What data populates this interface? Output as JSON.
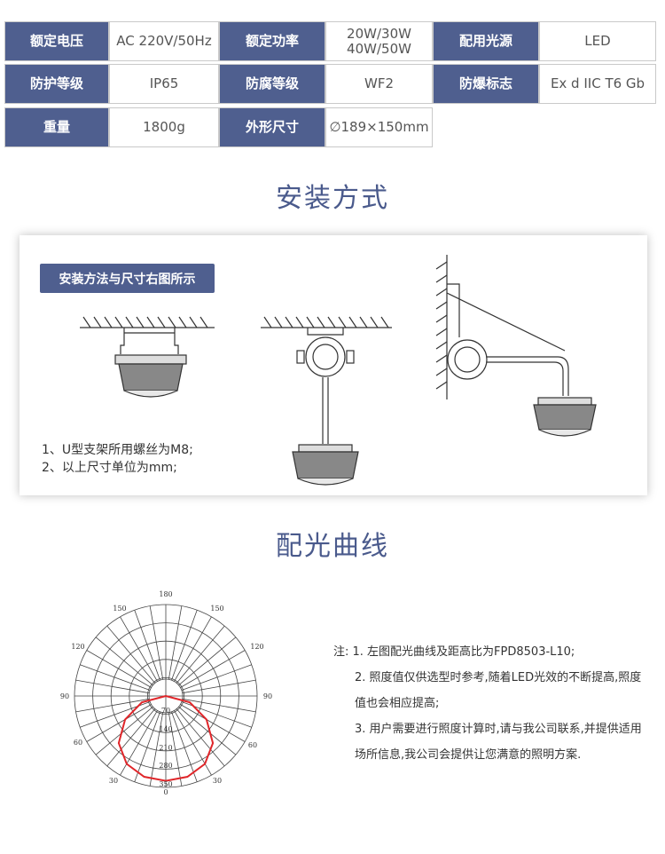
{
  "specs": [
    [
      {
        "label": "额定电压",
        "value": "AC 220V/50Hz"
      },
      {
        "label": "额定功率",
        "value": "20W/30W\n40W/50W"
      },
      {
        "label": "配用光源",
        "value": "LED"
      }
    ],
    [
      {
        "label": "防护等级",
        "value": "IP65"
      },
      {
        "label": "防腐等级",
        "value": "WF2"
      },
      {
        "label": "防爆标志",
        "value": "Ex d IIC T6 Gb"
      }
    ],
    [
      {
        "label": "重量",
        "value": "1800g"
      },
      {
        "label": "外形尺寸",
        "value": "∅189×150mm"
      }
    ]
  ],
  "install": {
    "title": "安装方式",
    "badge": "安装方法与尺寸右图所示",
    "notes": [
      "1、U型支架所用螺丝为M8;",
      "2、以上尺寸单位为mm;"
    ]
  },
  "light": {
    "title": "配光曲线",
    "angle_labels": {
      "top": "180",
      "tl": "150",
      "tr": "150",
      "ml": "120",
      "mr": "120",
      "l": "90",
      "r": "90",
      "bl": "60",
      "br": "60",
      "bbl": "30",
      "bbr": "30",
      "bottom": "0"
    },
    "ring_labels": [
      "70",
      "140",
      "210",
      "280",
      "350"
    ],
    "curve_cd": [
      [
        0,
        325
      ],
      [
        15,
        320
      ],
      [
        30,
        300
      ],
      [
        45,
        255
      ],
      [
        60,
        180
      ],
      [
        75,
        95
      ],
      [
        90,
        0
      ]
    ],
    "curve_color": "#e0262a",
    "notes": [
      "注: 1. 左图配光曲线及距高比为FPD8503-L10;",
      "2. 照度值仅供选型时参考,随着LED光效的不断提高,照度值也会相应提高;",
      "3. 用户需要进行照度计算时,请与我公司联系,并提供适用场所信息,我公司会提供让您满意的照明方案."
    ]
  }
}
